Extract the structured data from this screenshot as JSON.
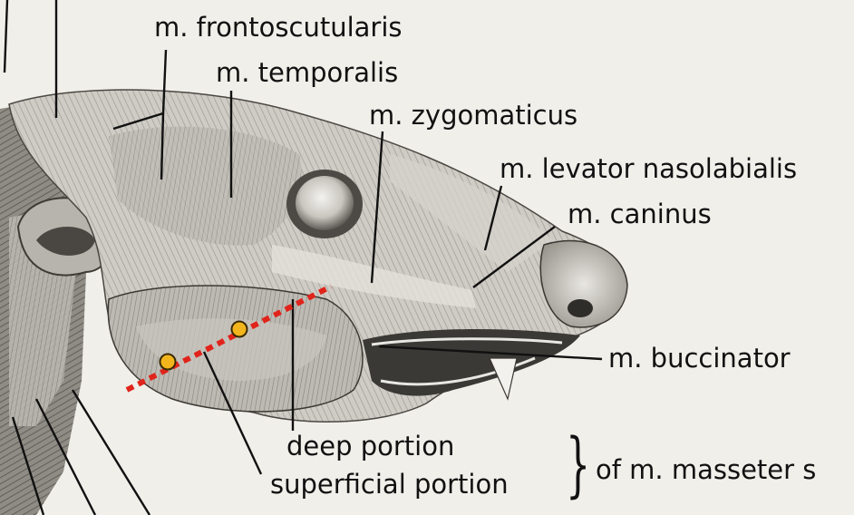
{
  "labels": {
    "frontoscutularis": "m. frontoscutularis",
    "temporalis": "m. temporalis",
    "zygomaticus": "m. zygomaticus",
    "levator_nasolabialis": "m. levator nasolabialis",
    "caninus": "m. caninus",
    "buccinator": "m. buccinator",
    "deep_portion": "deep portion",
    "superficial_portion": "superficial portion",
    "masseter_group": "of m. masseter s"
  },
  "brace_glyph": "}",
  "colors": {
    "background": "#f1efea",
    "line": "#111111",
    "dotted_line": "#e0241b",
    "marker_fill": "#f2b51c",
    "marker_stroke": "#3a2a00",
    "muscle_light": "#d9d6cf",
    "muscle_mid": "#a8a49c",
    "muscle_dark": "#5e5b56"
  }
}
